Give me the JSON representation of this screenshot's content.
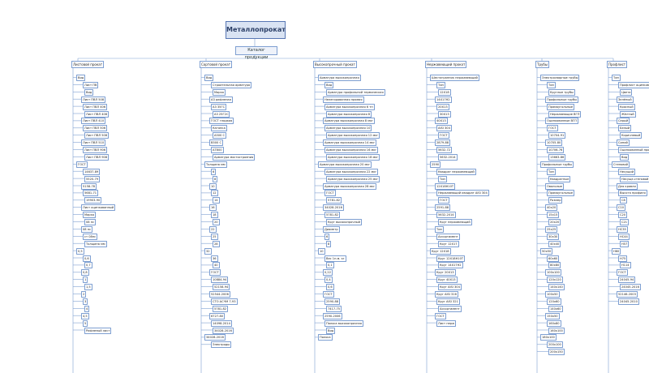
{
  "root": {
    "title": "Металлопрокат"
  },
  "catalog": {
    "title": "Каталог продукции"
  },
  "columns": [
    {
      "label": "Листовой прокат",
      "items": [
        "Вид",
        "Лист ПВ",
        "Вид",
        "Лист ПВЛ 508",
        "Лист ПВЛ 406",
        "Лист ПВЛ 408",
        "Лист ПВЛ 410",
        "Лист ПВЛ 506",
        "Лист ПВЛ 508",
        "Лист ПВЛ 510",
        "Лист ПВЛ 906",
        "Лист ПВЛ 908",
        "ГОСТ",
        "14637-89",
        "5520-79",
        "5158-78",
        "5681-71",
        "19903-90",
        "Лист оцинкованный",
        "Марка",
        "08 пс",
        "08 пс",
        "ст 08пс",
        "Толщина мм",
        "0,5",
        "0,6",
        "0,7",
        "0,8",
        "1",
        "1,5",
        "2",
        "3",
        "4",
        "4,5",
        "5",
        "Рифленый лист"
      ]
    },
    {
      "label": "Сортовой прокат",
      "items": [
        "Вид",
        "Строительная арматура",
        "Марка",
        "А3 рифленая",
        "А3 35ГС",
        "А3 25Г2С",
        "ГОСТ гладкая",
        "Катанка",
        "А500 С",
        "В500 С",
        "АТ800",
        "Арматура мостостроения",
        "Толщина мм",
        "6",
        "8",
        "10",
        "12",
        "14",
        "16",
        "18",
        "20",
        "22",
        "25",
        "28",
        "32",
        "36",
        "40",
        "ГОСТ",
        "10884-94",
        "52158-94",
        "52544-2006",
        "СТО АСЧМ 7-93",
        "5781-82",
        "6727-80",
        "14098-2014",
        "34028-2016",
        "34028-2016",
        "Электроды"
      ]
    },
    {
      "label": "Высокопрочный прокат",
      "items": [
        "Арматура высокопрочная",
        "Вид",
        "Арматура профильной термическая",
        "Нелегированная прямая",
        "Арматура высокопрочная 6 тп",
        "Арматура высокопрочная 8",
        "Арматура высокопрочная 8 мкг",
        "Арматура высокопрочная 10",
        "Арматура высокопрочная 12 мкг",
        "Арматура высокопрочная 14 мкг",
        "Арматура высокопрочная 16 мкг",
        "Арматура высокопрочная 18 мкг",
        "Арматура высокопрочная 20 мкг",
        "Арматура высокопрочная 22 мкг",
        "Арматура высокопрочная 25 мкг",
        "Арматура высокопрочная 28 мкг",
        "ГОСТ",
        "5781-82",
        "34028-2016",
        "5781-82",
        "Круг высокопрочный",
        "Диаметр",
        "6",
        "8",
        "10",
        "Вес 1п.м. кг",
        "0,1",
        "0,22",
        "0,4",
        "0,6",
        "ГОСТ",
        "2590-88",
        "7417-75",
        "2590-2006",
        "Полоса высокопрочная",
        "Вид",
        "Полоса"
      ]
    },
    {
      "label": "Нержавеющий прокат",
      "items": [
        "Шестигранник нержавеющий",
        "Тип",
        "12Х18",
        "14Х17Н2",
        "20Х13",
        "30Х13",
        "40Х13",
        "AISI 304",
        "ГОСТ",
        "2879-88",
        "5632-72",
        "5632-2014",
        "2590",
        "Квадрат нержавеющий",
        "Тип",
        "12Х18Н10Т",
        "Нержавеющий квадрат AISI 304",
        "ГОСТ",
        "2591-88",
        "5632-2014",
        "Круг нержавеющий",
        "Тип",
        "Ассортимент",
        "Круг 12Х17",
        "Круг 12Х18",
        "Круг 12Х18Н10Т",
        "Круг 14Х17Н2",
        "Круг 20Х13",
        "Круг 40Х13",
        "Круг AISI 304",
        "Круг AISI 316",
        "Круг AISI 321",
        "Ассортимент",
        "ГОСТ",
        "Лист нерж"
      ]
    },
    {
      "label": "Трубы",
      "items": [
        "Электросварные трубы",
        "Тип",
        "Круглые трубы",
        "Профильные трубы",
        "Прямоугольные",
        "Нержавеющие ВГП",
        "Оцинкованные ВГП",
        "ГОСТ",
        "10704-91",
        "10705-80",
        "10706-76",
        "13663-86",
        "Профильные трубы",
        "Тип",
        "Квадратные",
        "Овальные",
        "Прямоугольные",
        "Размер",
        "40х20",
        "15х15",
        "20х20",
        "25х25",
        "30х30",
        "40х40",
        "50х50",
        "60х60",
        "80х80",
        "100х100",
        "120х120",
        "140х140",
        "100х50",
        "120х60",
        "140х60",
        "150х50",
        "160х80",
        "160х100",
        "180х100",
        "200х100",
        "200х150"
      ]
    },
    {
      "label": "Профлист",
      "items": [
        "Тип",
        "Профлист оцинкованный",
        "Цвета",
        "Зелёный",
        "Красный",
        "Жёлтый",
        "Серый",
        "Белый",
        "Коричневый",
        "Синий",
        "Оцинкованный профнастил",
        "Вид",
        "Стеновой",
        "Несущий",
        "Несуще-стеновой",
        "Для кровли",
        "Высота профиля",
        "С8",
        "С10",
        "С20",
        "С21",
        "НС35",
        "НС44",
        "Н57",
        "Н60",
        "Н75",
        "Н114",
        "ГОСТ",
        "24045-94",
        "24045-2016",
        "52146-2003",
        "24045-2010"
      ]
    }
  ]
}
